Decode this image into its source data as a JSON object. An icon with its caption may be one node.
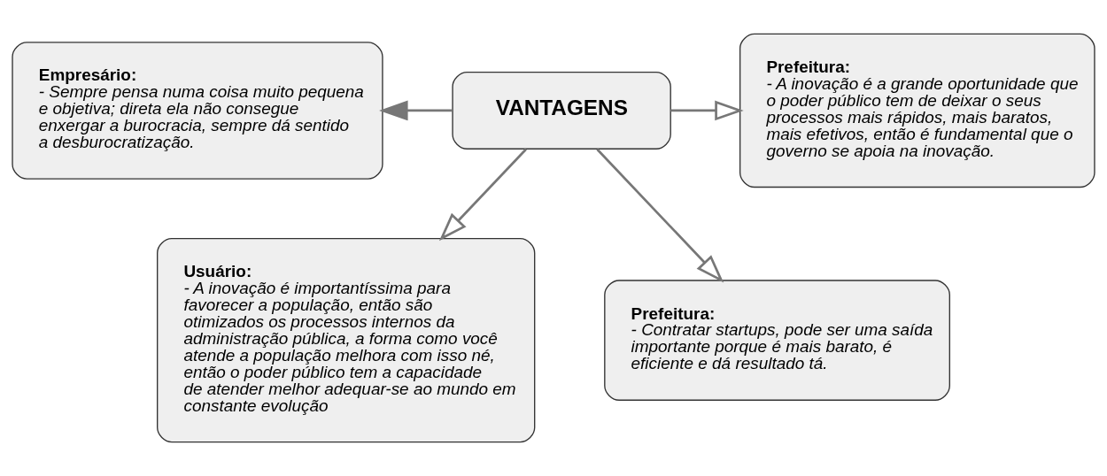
{
  "diagram": {
    "nodes": [
      {
        "text": [
          "VANTAGENS"
        ]
      },
      {
        "text": [
          "Empresário:",
          "- Sempre pensa numa coisa muito pequena e objetiva; direta ela não consegue enxergar a burocracia, sempre dá sentido a desburocratização."
        ]
      },
      {
        "text": [
          "Prefeitura:",
          "- A inovação é a grande oportunidade que o poder público tem de deixar o seus processos mais rápidos, mais baratos, mais efetivos, então é fundamental que o governo se apoia na inovação."
        ]
      },
      {
        "text": [
          "Usuário:",
          "- A inovação é importantíssima para favorecer a população, então são otimizados os processos internos da administração pública, a forma como você atende a população melhora com isso né, então o poder público tem a capacidade de atender melhor adequar-se ao mundo em constante evolução"
        ]
      },
      {
        "text": [
          "Prefeitura:",
          "- Contratar startups, pode ser uma saída importante porque é mais barato, é eficiente e dá resultado tá."
        ]
      }
    ],
    "edges": [
      {
        "from": 0,
        "to": 1,
        "arrow": "to"
      },
      {
        "from": 0,
        "to": 2,
        "arrow": "to"
      },
      {
        "from": 0,
        "to": 3,
        "arrow": "to"
      },
      {
        "from": 0,
        "to": 4,
        "arrow": "to"
      }
    ]
  }
}
